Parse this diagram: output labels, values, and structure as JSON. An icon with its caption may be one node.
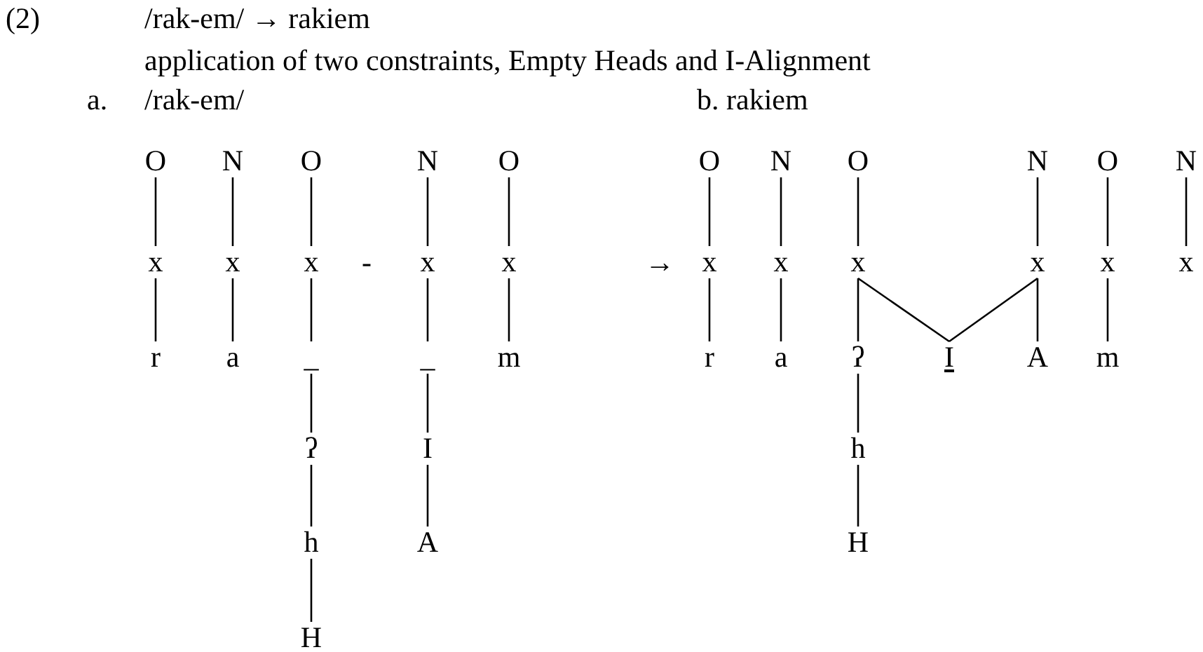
{
  "diagram": {
    "nodes": [
      {
        "text": [
          "O"
        ]
      },
      {
        "text": [
          "N"
        ]
      },
      {
        "text": [
          "O"
        ]
      },
      {
        "text": [
          "N"
        ]
      },
      {
        "text": [
          "O"
        ]
      },
      {
        "text": [
          "x"
        ]
      },
      {
        "text": [
          "x"
        ]
      },
      {
        "text": [
          "x"
        ]
      },
      {
        "text": [
          "x"
        ]
      },
      {
        "text": [
          "x"
        ]
      },
      {
        "text": [
          "r"
        ]
      },
      {
        "text": [
          "a"
        ]
      },
      {
        "text": [
          "_"
        ]
      },
      {
        "text": [
          "_"
        ]
      },
      {
        "text": [
          "m"
        ]
      },
      {
        "text": [
          "ʔ"
        ]
      },
      {
        "text": [
          "I"
        ]
      },
      {
        "text": [
          "h"
        ]
      },
      {
        "text": [
          "A"
        ]
      },
      {
        "text": [
          "H"
        ]
      },
      {
        "text": [
          "O"
        ]
      },
      {
        "text": [
          "N"
        ]
      },
      {
        "text": [
          "O"
        ]
      },
      {
        "text": [
          "N"
        ]
      },
      {
        "text": [
          "O"
        ]
      },
      {
        "text": [
          "N"
        ]
      },
      {
        "text": [
          "x"
        ]
      },
      {
        "text": [
          "x"
        ]
      },
      {
        "text": [
          "x"
        ]
      },
      {
        "text": [
          "x"
        ]
      },
      {
        "text": [
          "x"
        ]
      },
      {
        "text": [
          "x"
        ]
      },
      {
        "text": [
          "r"
        ]
      },
      {
        "text": [
          "a"
        ]
      },
      {
        "text": [
          "ʔ"
        ]
      },
      {
        "text": [
          "I"
        ]
      },
      {
        "text": [
          "A"
        ]
      },
      {
        "text": [
          "m"
        ]
      },
      {
        "text": [
          "h"
        ]
      },
      {
        "text": [
          "H"
        ]
      }
    ],
    "edges": [
      {
        "from": 0,
        "to": 5,
        "arrow": "none"
      },
      {
        "from": 1,
        "to": 6,
        "arrow": "none"
      },
      {
        "from": 2,
        "to": 7,
        "arrow": "none"
      },
      {
        "from": 3,
        "to": 8,
        "arrow": "none"
      },
      {
        "from": 4,
        "to": 9,
        "arrow": "none"
      },
      {
        "from": 5,
        "to": 10,
        "arrow": "none"
      },
      {
        "from": 6,
        "to": 11,
        "arrow": "none"
      },
      {
        "from": 7,
        "to": 12,
        "arrow": "none"
      },
      {
        "from": 8,
        "to": 13,
        "arrow": "none"
      },
      {
        "from": 9,
        "to": 14,
        "arrow": "none"
      },
      {
        "from": 12,
        "to": 15,
        "arrow": "none"
      },
      {
        "from": 13,
        "to": 16,
        "arrow": "none"
      },
      {
        "from": 15,
        "to": 17,
        "arrow": "none"
      },
      {
        "from": 16,
        "to": 18,
        "arrow": "none"
      },
      {
        "from": 17,
        "to": 19,
        "arrow": "none"
      },
      {
        "from": 20,
        "to": 26,
        "arrow": "none"
      },
      {
        "from": 21,
        "to": 27,
        "arrow": "none"
      },
      {
        "from": 22,
        "to": 28,
        "arrow": "none"
      },
      {
        "from": 23,
        "to": 29,
        "arrow": "none"
      },
      {
        "from": 24,
        "to": 30,
        "arrow": "none"
      },
      {
        "from": 25,
        "to": 31,
        "arrow": "none"
      },
      {
        "from": 26,
        "to": 32,
        "arrow": "none"
      },
      {
        "from": 27,
        "to": 33,
        "arrow": "none"
      },
      {
        "from": 28,
        "to": 34,
        "arrow": "none"
      },
      {
        "from": 28,
        "to": 35,
        "arrow": "none"
      },
      {
        "from": 29,
        "to": 35,
        "arrow": "none"
      },
      {
        "from": 29,
        "to": 36,
        "arrow": "none"
      },
      {
        "from": 30,
        "to": 37,
        "arrow": "none"
      },
      {
        "from": 34,
        "to": 38,
        "arrow": "none"
      },
      {
        "from": 38,
        "to": 39,
        "arrow": "none"
      }
    ],
    "labels": [
      "(2)",
      "/rak-em/ → rakiem",
      "application of two constraints, Empty Heads and I-Alignment",
      "a.",
      "/rak-em/",
      "b. rakiem",
      "-",
      "→"
    ]
  }
}
